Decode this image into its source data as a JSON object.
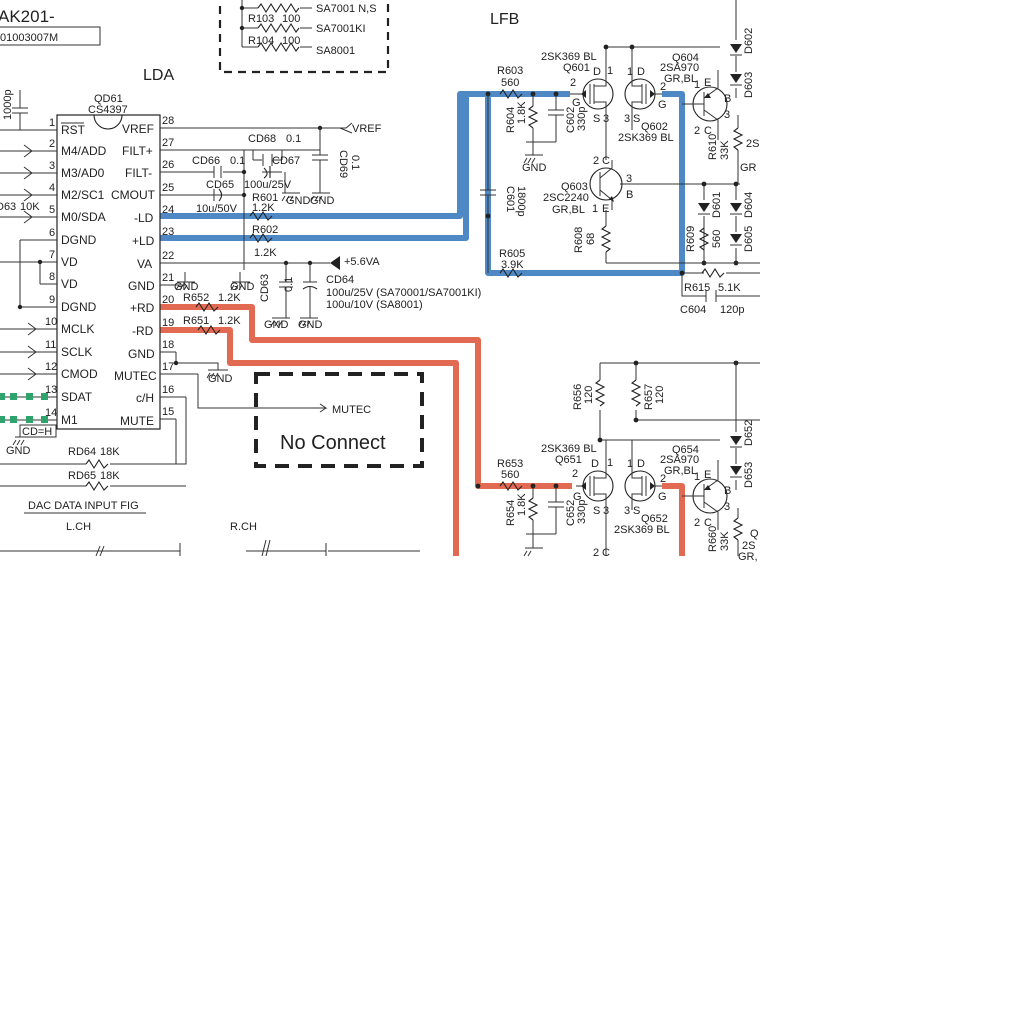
{
  "header": {
    "part_title": "AK201-",
    "part_number": "01003007M"
  },
  "sections": {
    "lda": "LDA",
    "lfb": "LFB"
  },
  "variant_table": {
    "r103": "R103",
    "r103_val": "100",
    "r104": "R104",
    "r104_val": "100",
    "models": [
      "SA7001 N,S",
      "SA7001KI",
      "SA8001"
    ]
  },
  "ic": {
    "ref": "QD61",
    "part": "CS4397",
    "pins_left": [
      {
        "num": "1",
        "name": "RST"
      },
      {
        "num": "2",
        "name": "M4/ADD"
      },
      {
        "num": "3",
        "name": "M3/AD0"
      },
      {
        "num": "4",
        "name": "M2/SC1"
      },
      {
        "num": "5",
        "name": "M0/SDA"
      },
      {
        "num": "6",
        "name": "DGND"
      },
      {
        "num": "7",
        "name": "VD"
      },
      {
        "num": "8",
        "name": "VD"
      },
      {
        "num": "9",
        "name": "DGND"
      },
      {
        "num": "10",
        "name": "MCLK"
      },
      {
        "num": "11",
        "name": "SCLK"
      },
      {
        "num": "12",
        "name": "CMOD"
      },
      {
        "num": "13",
        "name": "SDAT"
      },
      {
        "num": "14",
        "name": "M1"
      }
    ],
    "pins_right": [
      {
        "num": "28",
        "name": "VREF"
      },
      {
        "num": "27",
        "name": "FILT+"
      },
      {
        "num": "26",
        "name": "FILT-"
      },
      {
        "num": "25",
        "name": "CMOUT"
      },
      {
        "num": "24",
        "name": "-LD"
      },
      {
        "num": "23",
        "name": "+LD"
      },
      {
        "num": "22",
        "name": "VA"
      },
      {
        "num": "21",
        "name": "GND"
      },
      {
        "num": "20",
        "name": "+RD"
      },
      {
        "num": "19",
        "name": "-RD"
      },
      {
        "num": "18",
        "name": "GND"
      },
      {
        "num": "17",
        "name": "MUTEC"
      },
      {
        "num": "16",
        "name": "c/H"
      },
      {
        "num": "15",
        "name": "MUTE"
      }
    ]
  },
  "labels": {
    "c_1000p": "1000p",
    "rd63": "D63",
    "rd63_val": "10K",
    "cd_h": "CD=H",
    "gnd": "GND",
    "vref": "VREF",
    "va_supply": "+5.6VA",
    "mutec": "MUTEC",
    "no_connect": "No Connect",
    "rd64": "RD64",
    "rd64_val": "18K",
    "rd65": "RD65",
    "rd65_val": "18K",
    "dac_fig": "DAC DATA INPUT FIG",
    "lch": "L.CH",
    "rch": "R.CH"
  },
  "capacitors": {
    "cd68": "CD68",
    "cd68_val": "0.1",
    "cd66": "CD66",
    "cd66_val": "0.1",
    "cd67": "CD67",
    "cd67_val": "100u/25V",
    "cd69": "CD69",
    "cd69_val": "0.1",
    "cd65": "CD65",
    "cd65_val": "10u/50V",
    "cd63": "CD63",
    "cd63_val": "0.1",
    "cd64": "CD64",
    "cd64_val1": "100u/25V (SA70001/SA7001KI)",
    "cd64_val2": "100u/10V (SA8001)",
    "c602": "C602",
    "c602_val": "330p",
    "c601": "C601",
    "c601_val": "1800p",
    "c604": "C604",
    "c604_val": "120p",
    "c652": "C652",
    "c652_val": "330p"
  },
  "resistors": {
    "r601": "R601",
    "r601_val": "1.2K",
    "r602": "R602",
    "r602_val": "1.2K",
    "r652": "R652",
    "r652_val": "1.2K",
    "r651": "R651",
    "r651_val": "1.2K",
    "r603": "R603",
    "r603_val": "560",
    "r604": "R604",
    "r604_val": "1.8K",
    "r605": "R605",
    "r605_val": "3.9K",
    "r608": "R608",
    "r608_val": "68",
    "r609": "R609",
    "r609_val": "560",
    "r610": "R610",
    "r610_val": "33K",
    "r615": "R615",
    "r615_val": "5.1K",
    "r653": "R653",
    "r653_val": "560",
    "r654": "R654",
    "r654_val": "1.8K",
    "r656": "R656",
    "r656_val": "120",
    "r657": "R657",
    "r657_val": "120",
    "r660": "R660",
    "r660_val": "33K"
  },
  "transistors": {
    "q601_part": "2SK369 BL",
    "q601": "Q601",
    "q602": "Q602",
    "q602_part": "2SK369 BL",
    "q603": "Q603",
    "q603_part": "2SC2240",
    "q603_grade": "GR,BL",
    "q604": "Q604",
    "q604_part": "2SA970",
    "q604_grade": "GR,BL",
    "q651_part": "2SK369 BL",
    "q651": "Q651",
    "q652": "Q652",
    "q652_part": "2SK369 BL",
    "q654": "Q654",
    "q654_part": "2SA970",
    "q654_grade": "GR,BL"
  },
  "diodes": [
    "D602",
    "D603",
    "D601",
    "D604",
    "D605",
    "D652",
    "D653"
  ],
  "pin_letters": {
    "d": "D",
    "s": "S",
    "g": "G",
    "e": "E",
    "b": "B",
    "c": "C",
    "n1": "1",
    "n2": "2",
    "n3": "3"
  },
  "partial_text": {
    "q604_cut": "2S",
    "q654_cut": "Q",
    "q654_cut2": "2S",
    "gr_cut": "GR",
    "gr_bl_cut": "GR,"
  },
  "colors": {
    "highlight_left": "#3f7fc0",
    "highlight_right": "#e05a3f",
    "sdat_marker": "#2ea36b"
  }
}
